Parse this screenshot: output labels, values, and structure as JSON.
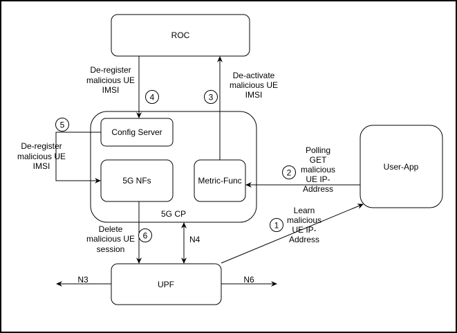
{
  "diagram": {
    "nodes": {
      "roc": {
        "label": "ROC"
      },
      "cp": {
        "label": "5G CP"
      },
      "config_server": {
        "label": "Config Server"
      },
      "nfs": {
        "label": "5G NFs"
      },
      "metric_func": {
        "label": "Metric-Func"
      },
      "user_app": {
        "label": "User-App"
      },
      "upf": {
        "label": "UPF"
      }
    },
    "edges": {
      "deregister_roc": {
        "lines": [
          "De-register",
          "malicious UE",
          "IMSI"
        ],
        "step": "4"
      },
      "deactivate": {
        "lines": [
          "De-activate",
          "malicious UE",
          "IMSI"
        ],
        "step": "3"
      },
      "deregister_config": {
        "lines": [
          "De-register",
          "malicious UE",
          "IMSI"
        ],
        "step": "5"
      },
      "polling": {
        "lines": [
          "Polling",
          "GET",
          "malicious",
          "UE IP-",
          "Address"
        ],
        "step": "2"
      },
      "learn": {
        "lines": [
          "Learn",
          "malicious",
          "UE IP-",
          "Address"
        ],
        "step": "1"
      },
      "delete_session": {
        "lines": [
          "Delete",
          "malicious UE",
          "session"
        ],
        "step": "6"
      },
      "n4": {
        "label": "N4"
      },
      "n3": {
        "label": "N3"
      },
      "n6": {
        "label": "N6"
      }
    }
  }
}
